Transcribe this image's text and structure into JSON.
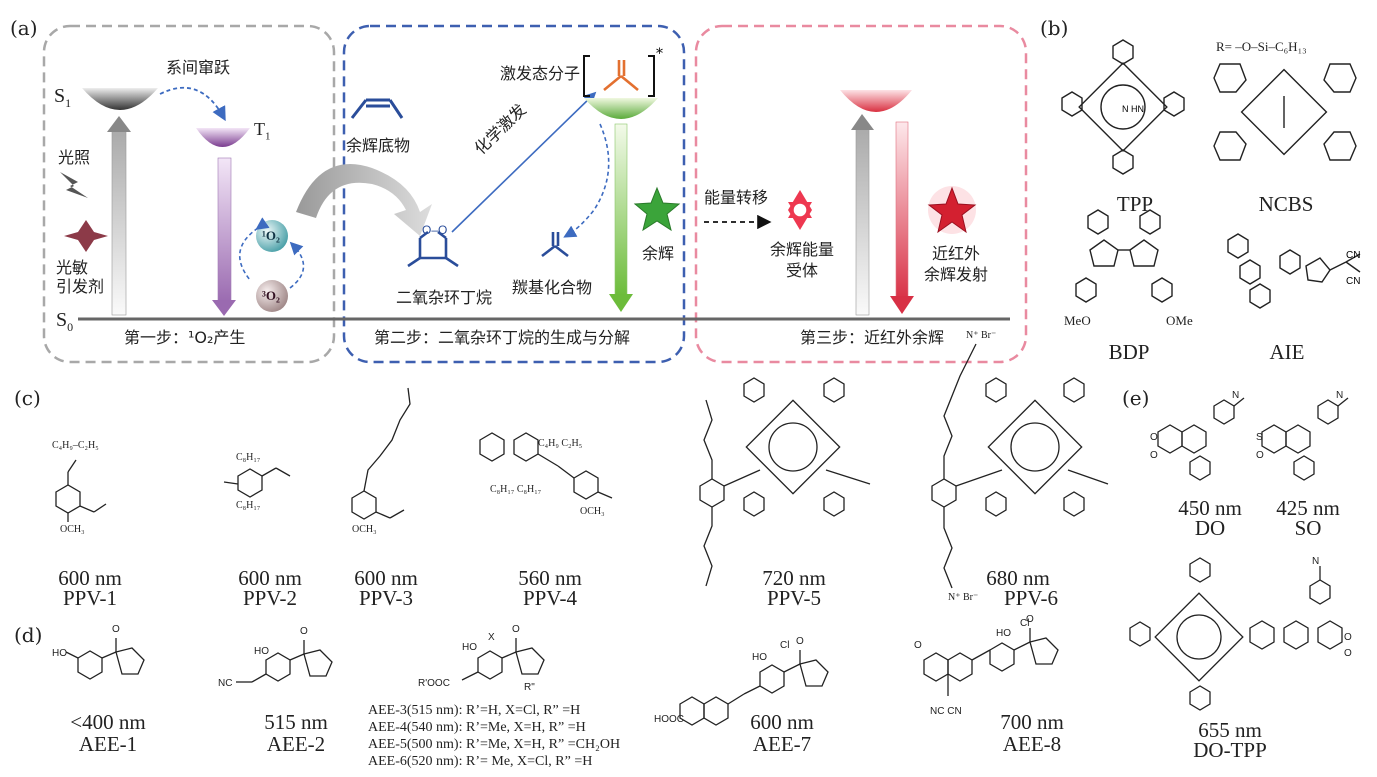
{
  "panels": {
    "a": "(a)",
    "b": "(b)",
    "c": "(c)",
    "d": "(d)",
    "e": "(e)"
  },
  "panel_a": {
    "s1": "S",
    "s1_sub": "1",
    "s0": "S",
    "s0_sub": "0",
    "t1": "T",
    "t1_sub": "1",
    "isc": "系间窜跃",
    "light": "光照",
    "photosensitizer": "光敏\n引发剂",
    "o2_singlet": "¹O₂",
    "o2_triplet": "³O₂",
    "afterglow_substrate": "余辉底物",
    "chemical_excitation": "化学激发",
    "excited_molecule": "激发态分子",
    "dioxetane": "二氧杂环丁烷",
    "carbonyl": "羰基化合物",
    "afterglow": "余辉",
    "energy_transfer": "能量转移",
    "acceptor": "余辉能量\n受体",
    "nir_emission": "近红外\n余辉发射",
    "step1": "第一步：¹O₂产生",
    "step2": "第二步：二氧杂环丁烷的生成与分解",
    "step3": "第三步：近红外余辉",
    "colors": {
      "step1_box": "#a8a8a8",
      "step2_box": "#3d5fb0",
      "step3_box": "#e98aa0",
      "green": "#5aaa3a",
      "red": "#d93040",
      "purple": "#8a5fa8"
    }
  },
  "panel_b": {
    "molecules": [
      "TPP",
      "NCBS",
      "BDP",
      "AIE"
    ],
    "ncbs_r": "R= –O–Si–C₆H₁₃",
    "bdp_sub": "MeO",
    "bdp_sub2": "OMe"
  },
  "panel_c": {
    "items": [
      {
        "wavelength": "600 nm",
        "name": "PPV-1"
      },
      {
        "wavelength": "600 nm",
        "name": "PPV-2"
      },
      {
        "wavelength": "600 nm",
        "name": "PPV-3"
      },
      {
        "wavelength": "560 nm",
        "name": "PPV-4"
      },
      {
        "wavelength": "720 nm",
        "name": "PPV-5"
      },
      {
        "wavelength": "680 nm",
        "name": "PPV-6"
      }
    ]
  },
  "panel_d": {
    "items": [
      {
        "wavelength": "<400 nm",
        "name": "AEE-1"
      },
      {
        "wavelength": "515 nm",
        "name": "AEE-2"
      },
      {
        "wavelength": "600 nm",
        "name": "AEE-7"
      },
      {
        "wavelength": "700 nm",
        "name": "AEE-8"
      }
    ],
    "aee_list": [
      "AEE-3(515 nm): R’=H, X=Cl, R”  =H",
      "AEE-4(540 nm): R’=Me, X=H, R”  =H",
      "AEE-5(500 nm): R’=Me, X=H, R”  =CH₂OH",
      "AEE-6(520 nm): R’= Me, X=Cl, R”  =H"
    ]
  },
  "panel_e": {
    "items": [
      {
        "wavelength": "450 nm",
        "name": "DO"
      },
      {
        "wavelength": "425 nm",
        "name": "SO"
      },
      {
        "wavelength": "655 nm",
        "name": "DO-TPP"
      }
    ]
  }
}
